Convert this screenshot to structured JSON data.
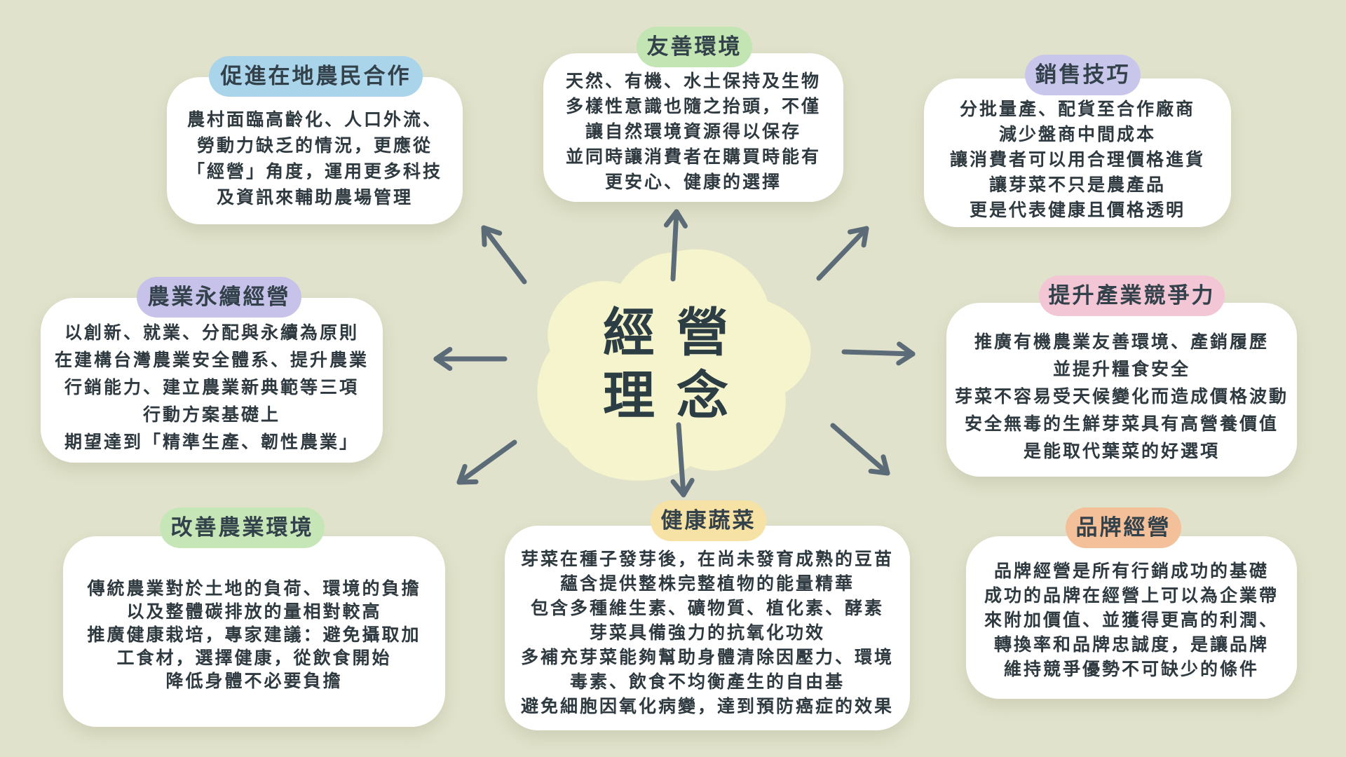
{
  "center": {
    "chars": [
      "經",
      "營",
      "理",
      "念"
    ]
  },
  "colors": {
    "background": "#e1e2cb",
    "blob": "#f5f4cd",
    "arrow": "#5b6b77",
    "card": "#ffffff",
    "text": "#2e3a40"
  },
  "nodes": [
    {
      "id": "cooperation",
      "title": "促進在地農民合作",
      "pill_color": "#a9d4ea",
      "lines": [
        "農村面臨高齡化、人口外流、",
        "勞動力缺乏的情況，更應從",
        "「經營」角度，運用更多科技",
        "及資訊來輔助農場管理"
      ]
    },
    {
      "id": "friendly-env",
      "title": "友善環境",
      "pill_color": "#c3e4b3",
      "lines": [
        "天然、有機、水土保持及生物",
        "多樣性意識也隨之抬頭，不僅",
        "讓自然環境資源得以保存",
        "並同時讓消費者在購買時能有",
        "更安心、健康的選擇"
      ]
    },
    {
      "id": "sales",
      "title": "銷售技巧",
      "pill_color": "#c9c6ec",
      "lines": [
        "分批量產、配貨至合作廠商",
        "減少盤商中間成本",
        "讓消費者可以用合理價格進貨",
        "讓芽菜不只是農產品",
        "更是代表健康且價格透明"
      ]
    },
    {
      "id": "sustainable",
      "title": "農業永續經營",
      "pill_color": "#c6c2ea",
      "lines": [
        "以創新、就業、分配與永續為原則",
        "在建構台灣農業安全體系、提升農業",
        "行銷能力、建立農業新典範等三項",
        "行動方案基礎上",
        "期望達到「精準生產、韌性農業」"
      ]
    },
    {
      "id": "competitiveness",
      "title": "提升產業競爭力",
      "pill_color": "#f2c6d4",
      "lines": [
        "推廣有機農業友善環境、產銷履歷",
        "並提升糧食安全",
        "芽菜不容易受天候變化而造成價格波動",
        "安全無毒的生鮮芽菜具有高營養價值",
        "是能取代葉菜的好選項"
      ]
    },
    {
      "id": "improve-env",
      "title": "改善農業環境",
      "pill_color": "#c7e6b8",
      "lines": [
        "傳統農業對於土地的負荷、環境的負擔",
        "以及整體碳排放的量相對較高",
        "推廣健康栽培，專家建議：避免攝取加",
        "工食材，選擇健康，從飲食開始",
        "降低身體不必要負擔"
      ]
    },
    {
      "id": "healthy-veg",
      "title": "健康蔬菜",
      "pill_color": "#f7e2a6",
      "lines": [
        "芽菜在種子發芽後，在尚未發育成熟的豆苗",
        "蘊含提供整株完整植物的能量精華",
        "包含多種維生素、礦物質、植化素、酵素",
        "芽菜具備強力的抗氧化功效",
        "多補充芽菜能夠幫助身體清除因壓力、環境",
        "毒素、飲食不均衡產生的自由基",
        "避免細胞因氧化病變，達到預防癌症的效果"
      ]
    },
    {
      "id": "brand",
      "title": "品牌經營",
      "pill_color": "#f3c09a",
      "lines": [
        "品牌經營是所有行銷成功的基礎",
        "成功的品牌在經營上可以為企業帶",
        "來附加價值、並獲得更高的利潤、",
        "轉換率和品牌忠誠度，是讓品牌",
        "維持競爭優勢不可缺少的條件"
      ]
    }
  ]
}
